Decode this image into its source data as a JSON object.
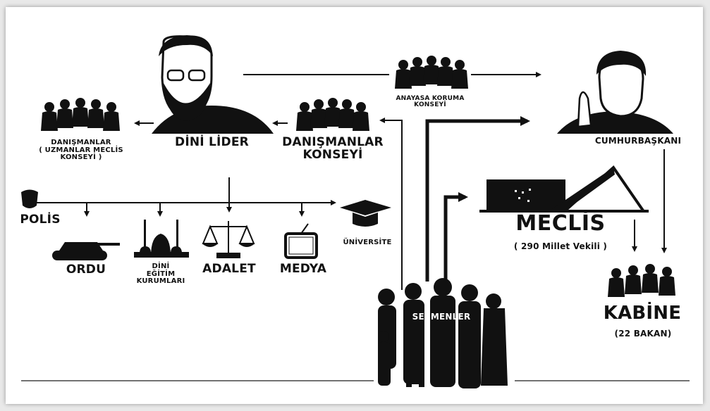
{
  "nodes": {
    "leader": "DİNİ LİDER",
    "advisors_left": [
      "DANIŞMANLAR",
      "( UZMANLAR MECLİS",
      "KONSEYİ )"
    ],
    "advisory_council": [
      "DANIŞMANLAR",
      "KONSEYİ"
    ],
    "guardian_council": [
      "ANAYASA KORUMA",
      "KONSEYİ"
    ],
    "president": "CUMHURBAŞKANI",
    "parliament": "MECLİS",
    "parliament_sub": "( 290 Millet Vekili )",
    "cabinet": "KABİNE",
    "cabinet_sub": "(22 BAKAN)",
    "voters": "SEÇMENLER",
    "police": "POLİS",
    "army": "ORDU",
    "religious_edu": [
      "DİNİ",
      "EĞİTİM",
      "KURUMLARI"
    ],
    "justice": "ADALET",
    "media": "MEDYA",
    "university": "ÜNİVERSİTE"
  },
  "icons": {
    "leader": "cleric-portrait-icon",
    "president": "president-portrait-icon",
    "advisors": "group-silhouette-icon",
    "police": "police-badge-icon",
    "army": "tank-icon",
    "religious_edu": "mosque-icon",
    "justice": "scales-icon",
    "media": "tv-icon",
    "university": "graduation-cap-icon",
    "parliament": "parliament-building-icon",
    "voters": "crowd-silhouette-icon"
  },
  "colors": {
    "ink": "#111111",
    "background": "#ffffff"
  }
}
